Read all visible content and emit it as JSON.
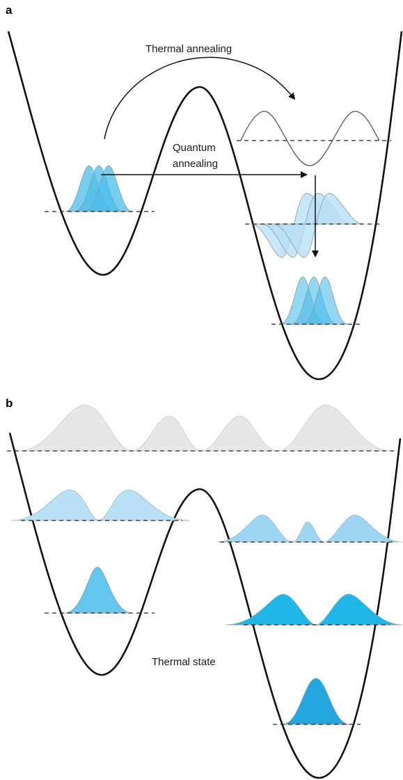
{
  "panel_a": {
    "label": "a",
    "thermal_annealing_label": "Thermal annealing",
    "quantum_annealing_label_line1": "Quantum",
    "quantum_annealing_label_line2": "annealing"
  },
  "panel_b": {
    "label": "b",
    "thermal_state_label": "Thermal state"
  },
  "colors": {
    "potential": "#111111",
    "blue_dark": "#1fa3dc",
    "blue_medium": "#4cbde9",
    "blue_light": "#b9e0f5",
    "gray_state": "#e6e8e8"
  }
}
